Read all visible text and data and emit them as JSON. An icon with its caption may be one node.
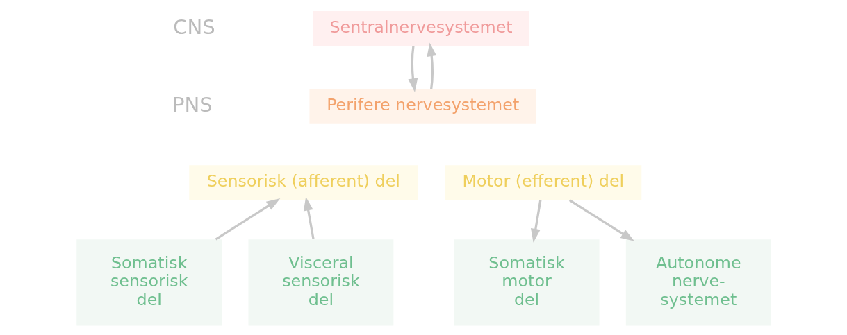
{
  "diagram": {
    "nodes": [
      {
        "text": [
          "Sentralnervesystemet"
        ]
      },
      {
        "text": [
          "Perifere nervesystemet"
        ]
      },
      {
        "text": [
          "Sensorisk (afferent) del"
        ]
      },
      {
        "text": [
          "Motor (efferent) del"
        ]
      },
      {
        "text": [
          "Somatisk sensorisk del"
        ]
      },
      {
        "text": [
          "Visceral sensorisk del"
        ]
      },
      {
        "text": [
          "Somatisk motor del"
        ]
      },
      {
        "text": [
          "Autonome nerve- systemet"
        ]
      }
    ],
    "edges": [
      {
        "from": 1,
        "to": 0,
        "arrow": "to"
      },
      {
        "from": 0,
        "to": 1,
        "arrow": "to"
      },
      {
        "from": 4,
        "to": 2,
        "arrow": "to"
      },
      {
        "from": 5,
        "to": 2,
        "arrow": "to"
      },
      {
        "from": 3,
        "to": 6,
        "arrow": "to"
      },
      {
        "from": 3,
        "to": 7,
        "arrow": "to"
      }
    ],
    "labels": [
      "CNS",
      "PNS"
    ]
  }
}
